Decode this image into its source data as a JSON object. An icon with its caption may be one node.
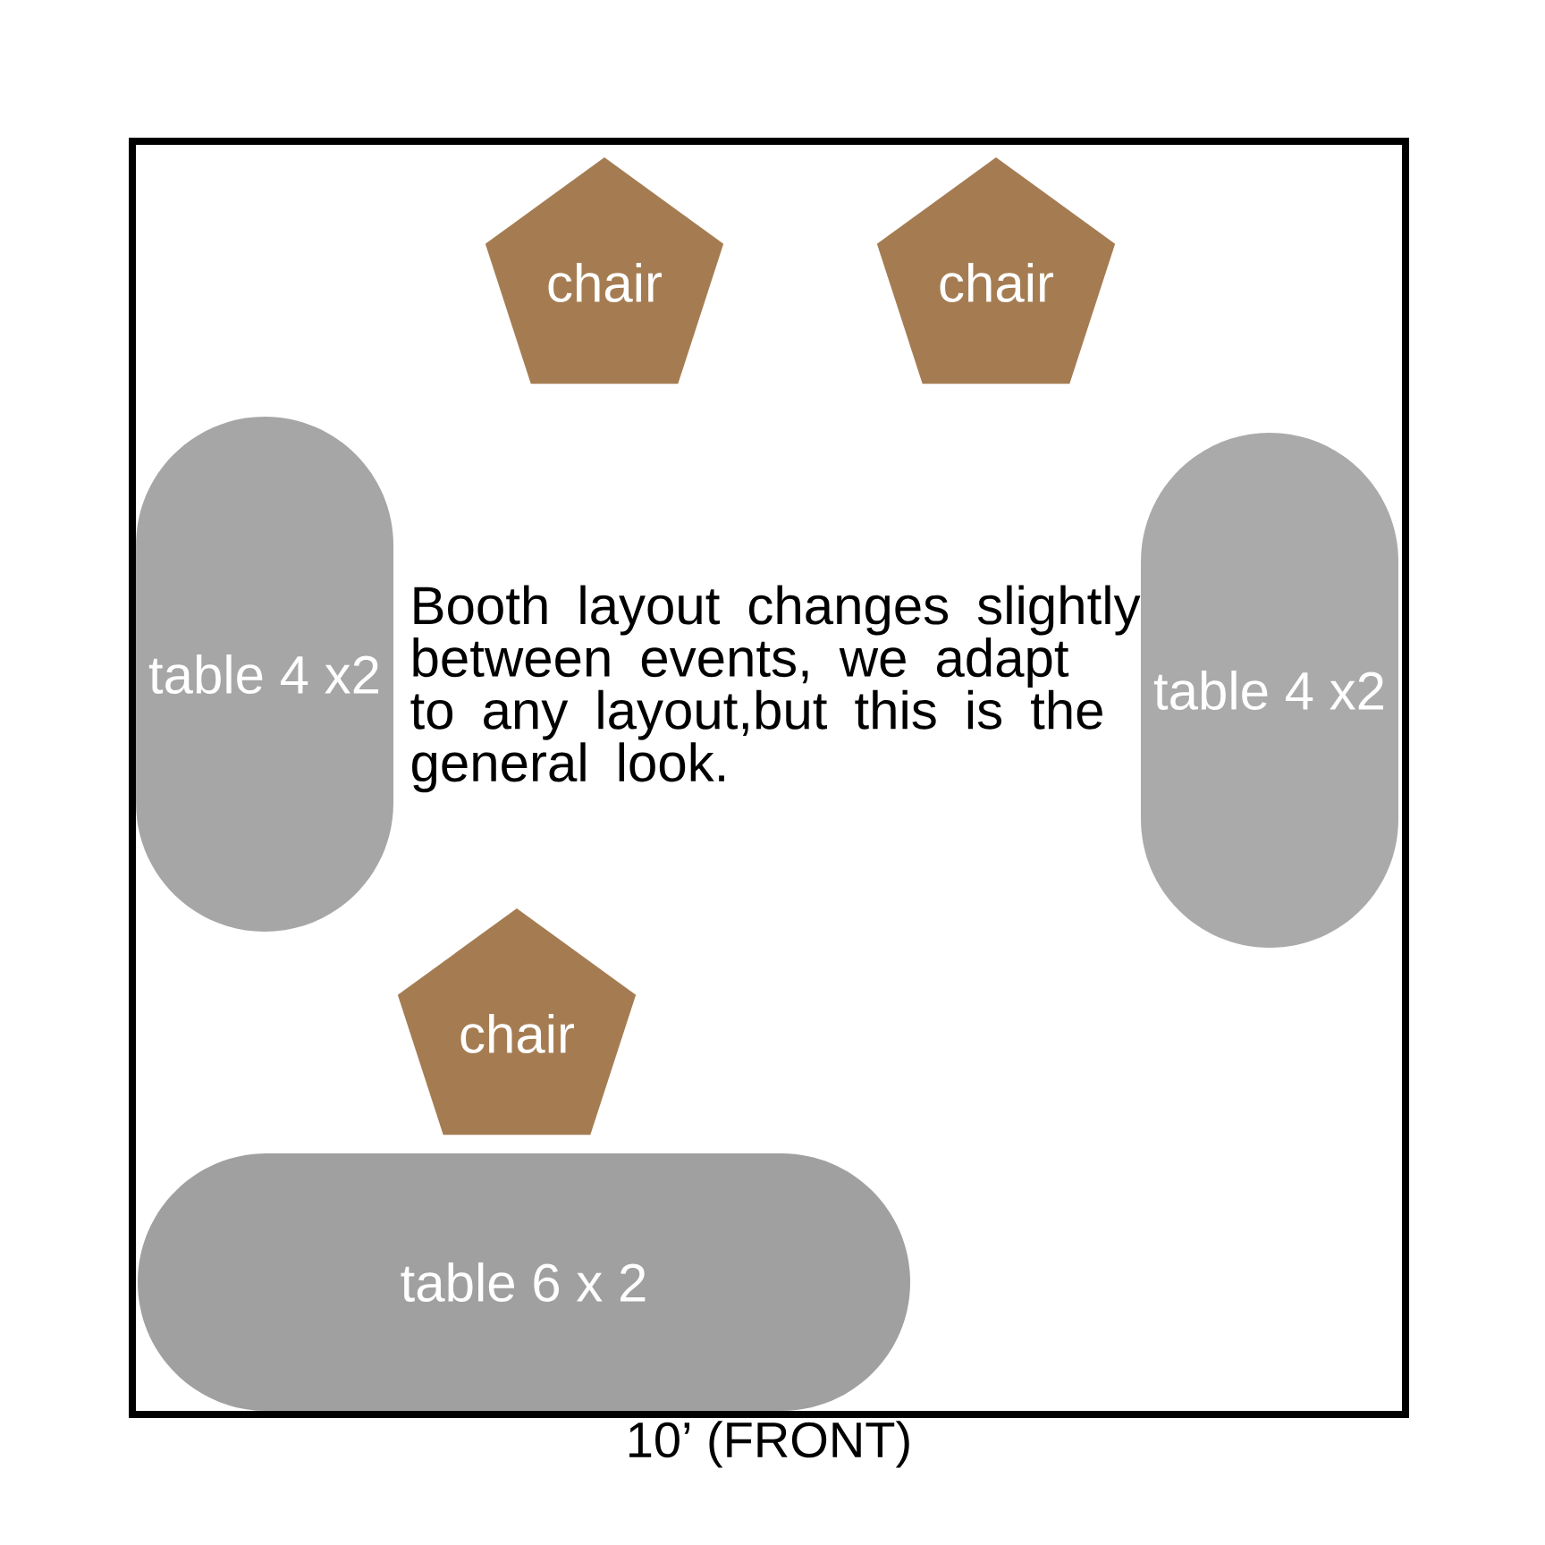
{
  "diagram": {
    "nodes": [
      {
        "text": [
          "10’ (FRONT)"
        ]
      },
      {
        "text": [
          "chair"
        ],
        "in": 0
      },
      {
        "text": [
          "chair"
        ],
        "in": 0
      },
      {
        "text": [
          "table 4 x2"
        ],
        "in": 0
      },
      {
        "text": [
          "table 4 x2"
        ],
        "in": 0
      },
      {
        "text": [
          "chair"
        ],
        "in": 0
      },
      {
        "text": [
          "table 6 x 2"
        ],
        "in": 0
      }
    ],
    "labels": [
      "Booth layout changes slightly between events, we adapt to any layout,but this is the general look."
    ]
  }
}
